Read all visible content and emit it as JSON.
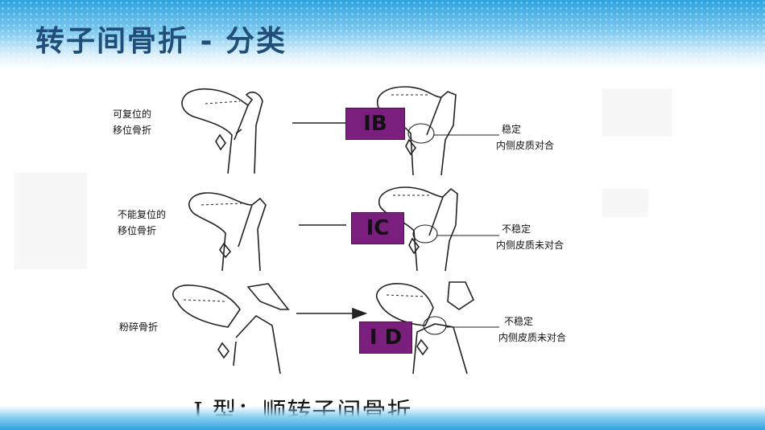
{
  "slide": {
    "title": "转子间骨折 - 分类",
    "subtitle": "Ⅰ 型：顺转子间骨折"
  },
  "rows": [
    {
      "left_label_line1": "可复位的",
      "left_label_line2": "移位骨折",
      "badge": "IB",
      "right_label_line1": "稳定",
      "right_label_line2": "内侧皮质对合"
    },
    {
      "left_label_line1": "不能复位的",
      "left_label_line2": "移位骨折",
      "badge": "IC",
      "right_label_line1": "不稳定",
      "right_label_line2": "内侧皮质未对合"
    },
    {
      "left_label_line1": "粉碎骨折",
      "badge": "I D",
      "right_label_line1": "不稳定",
      "right_label_line2": "内侧皮质未对合"
    }
  ],
  "colors": {
    "badge_fill": "#7b1f7e",
    "title_text": "#1f4e79",
    "header_blue": "#2ea3e0"
  }
}
